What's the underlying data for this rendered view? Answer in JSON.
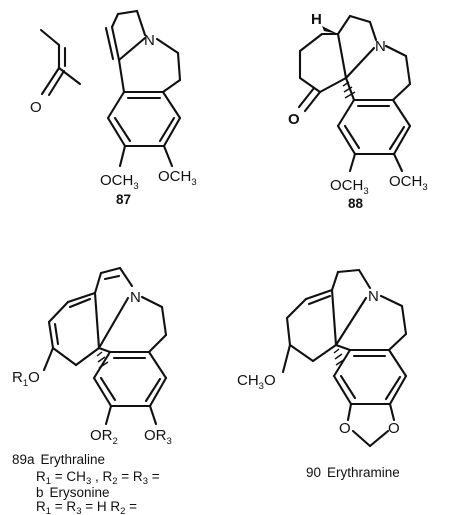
{
  "compounds": [
    {
      "number": "87",
      "name": "",
      "atoms": {
        "oxygen": "O",
        "nitrogen": "N",
        "methoxy_1": "OCH",
        "methoxy_1_sub": "3",
        "methoxy_2": "OCH",
        "methoxy_2_sub": "3"
      }
    },
    {
      "number": "88",
      "name": "",
      "atoms": {
        "hydrogen": "H",
        "nitrogen": "N",
        "oxygen": "O",
        "methoxy_1": "OCH",
        "methoxy_1_sub": "3",
        "methoxy_2": "OCH",
        "methoxy_2_sub": "3"
      }
    },
    {
      "number": "89",
      "atoms": {
        "nitrogen": "N",
        "r1": "R",
        "r1_sub": "1",
        "r1_o": "O",
        "or2": "OR",
        "or2_sub": "2",
        "or3": "OR",
        "or3_sub": "3"
      },
      "variants": [
        {
          "letter": "89a",
          "name": "Erythraline",
          "line_1": "R",
          "line_1_sub_1": "1",
          "line_1_mid": " = CH",
          "line_1_sub_2": "3",
          "line_1_mid_2": " , R",
          "line_1_sub_3": "2",
          "line_1_mid_3": " = R",
          "line_1_sub_4": "3",
          "line_1_end": " ="
        },
        {
          "letter": "b",
          "name": "Erysonine",
          "line_1": "R",
          "line_1_sub_1": "1",
          "line_1_mid": " = R",
          "line_1_sub_2": "3",
          "line_1_mid_2": " = H  R",
          "line_1_sub_3": "2",
          "line_1_end": " ="
        }
      ]
    },
    {
      "number": "90",
      "name": "Erythramine",
      "atoms": {
        "nitrogen": "N",
        "methoxy": "CH",
        "methoxy_sub": "3",
        "methoxy_o": "O",
        "dioxole_o_left": "O",
        "dioxole_o_right": "O"
      }
    }
  ]
}
